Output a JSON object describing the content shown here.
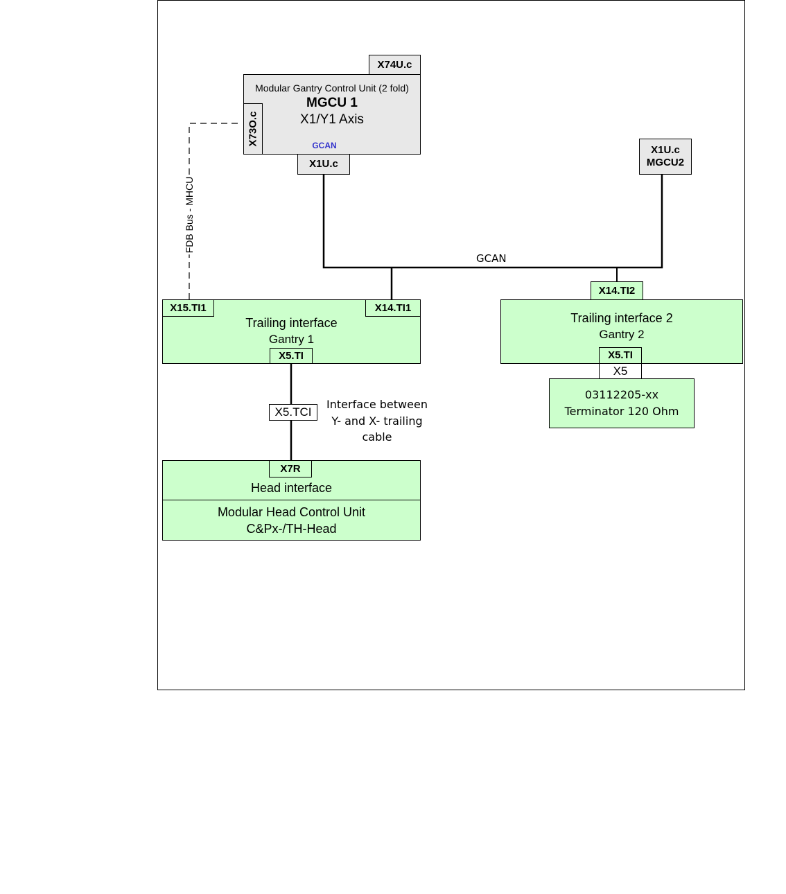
{
  "diagram": {
    "mgcu1": {
      "subtitle": "Modular Gantry Control Unit (2 fold)",
      "title": "MGCU 1",
      "axis": "X1/Y1 Axis",
      "bus_label": "GCAN",
      "connector_top": "X74U.c",
      "connector_left": "X73O.c",
      "connector_bottom": "X1U.c"
    },
    "mgcu2_connector": {
      "line1": "X1U.c",
      "line2": "MGCU2"
    },
    "gcan_bus_label": "GCAN",
    "fdb_bus_label": "FDB Bus - MHCU",
    "trailing_interface_1": {
      "line1": "Trailing interface",
      "line2": "Gantry 1",
      "connector_left": "X15.TI1",
      "connector_right": "X14.TI1",
      "connector_bottom": "X5.TI"
    },
    "trailing_interface_2": {
      "line1": "Trailing interface 2",
      "line2": "Gantry 2",
      "connector_top": "X14.TI2",
      "connector_bottom": "X5.TI",
      "plug_label": "X5"
    },
    "terminator": {
      "line1": "03112205-xx",
      "line2": "Terminator 120 Ohm"
    },
    "tci_connector": "X5.TCI",
    "cable_note": {
      "line1": "Interface between",
      "line2": "Y- and X- trailing",
      "line3": "cable"
    },
    "head_interface": {
      "connector_top": "X7R",
      "title": "Head interface",
      "unit_line1": "Modular Head Control Unit",
      "unit_line2": "C&Px-/TH-Head"
    },
    "colors": {
      "mgcu_fill": "#e8e8e8",
      "module_fill": "#ccffcc",
      "gcan_text": "#3333cc",
      "line": "#000000"
    }
  }
}
